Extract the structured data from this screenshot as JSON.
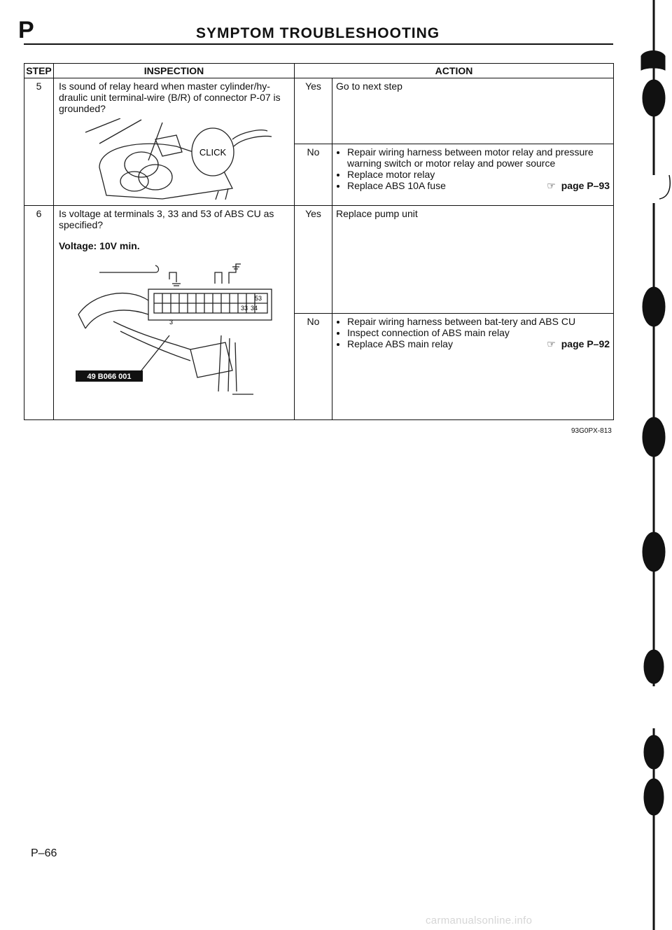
{
  "header": {
    "section_letter": "P",
    "title": "SYMPTOM TROUBLESHOOTING"
  },
  "table": {
    "columns": {
      "step": "STEP",
      "inspection": "INSPECTION",
      "action": "ACTION"
    },
    "steps": [
      {
        "number": "5",
        "question": "Is sound of relay heard when master cylinder/hy-draulic unit terminal-wire (B/R) of connector P-07 is grounded?",
        "figure_label": "CLICK",
        "yes_label": "Yes",
        "yes_action": "Go to next step",
        "no_label": "No",
        "no_actions": [
          "Repair wiring harness between motor relay and pressure warning switch or motor relay and power source",
          "Replace motor relay",
          "Replace ABS 10A fuse"
        ],
        "no_ref": "page P–93"
      },
      {
        "number": "6",
        "question": "Is voltage at terminals 3, 33 and 53 of ABS CU as specified?",
        "spec": "Voltage: 10V min.",
        "figure_terminals": [
          "3",
          "33",
          "34",
          "53"
        ],
        "figure_tool": "49 B066 001",
        "yes_label": "Yes",
        "yes_action": "Replace pump unit",
        "no_label": "No",
        "no_actions": [
          "Repair wiring harness between bat-tery and ABS CU",
          "Inspect connection of ABS main relay",
          "Replace ABS main relay"
        ],
        "no_ref": "page P–92"
      }
    ]
  },
  "figure_code": "93G0PX-813",
  "page_number": "P–66",
  "footer_url": "carmanualsonline.info",
  "icons": {
    "reference": "page-reference-icon"
  }
}
